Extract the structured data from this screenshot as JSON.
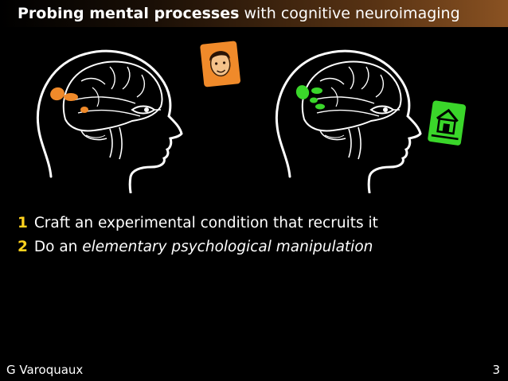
{
  "title": {
    "bold_part": "Probing mental processes",
    "rest": "with cognitive neuroimaging"
  },
  "colors": {
    "orange_activation": "#f08a2a",
    "green_activation": "#3ad62a",
    "bullet_number": "#ffd21e"
  },
  "figure": {
    "left_condition_icon": "face-icon",
    "right_condition_icon": "house-icon"
  },
  "items": [
    {
      "number": "1",
      "text": "Craft an experimental condition that recruits it"
    },
    {
      "number": "2",
      "text_plain": "Do an",
      "text_emphasis": "elementary psychological manipulation"
    }
  ],
  "footer": {
    "author": "G Varoquaux",
    "page": "3"
  }
}
